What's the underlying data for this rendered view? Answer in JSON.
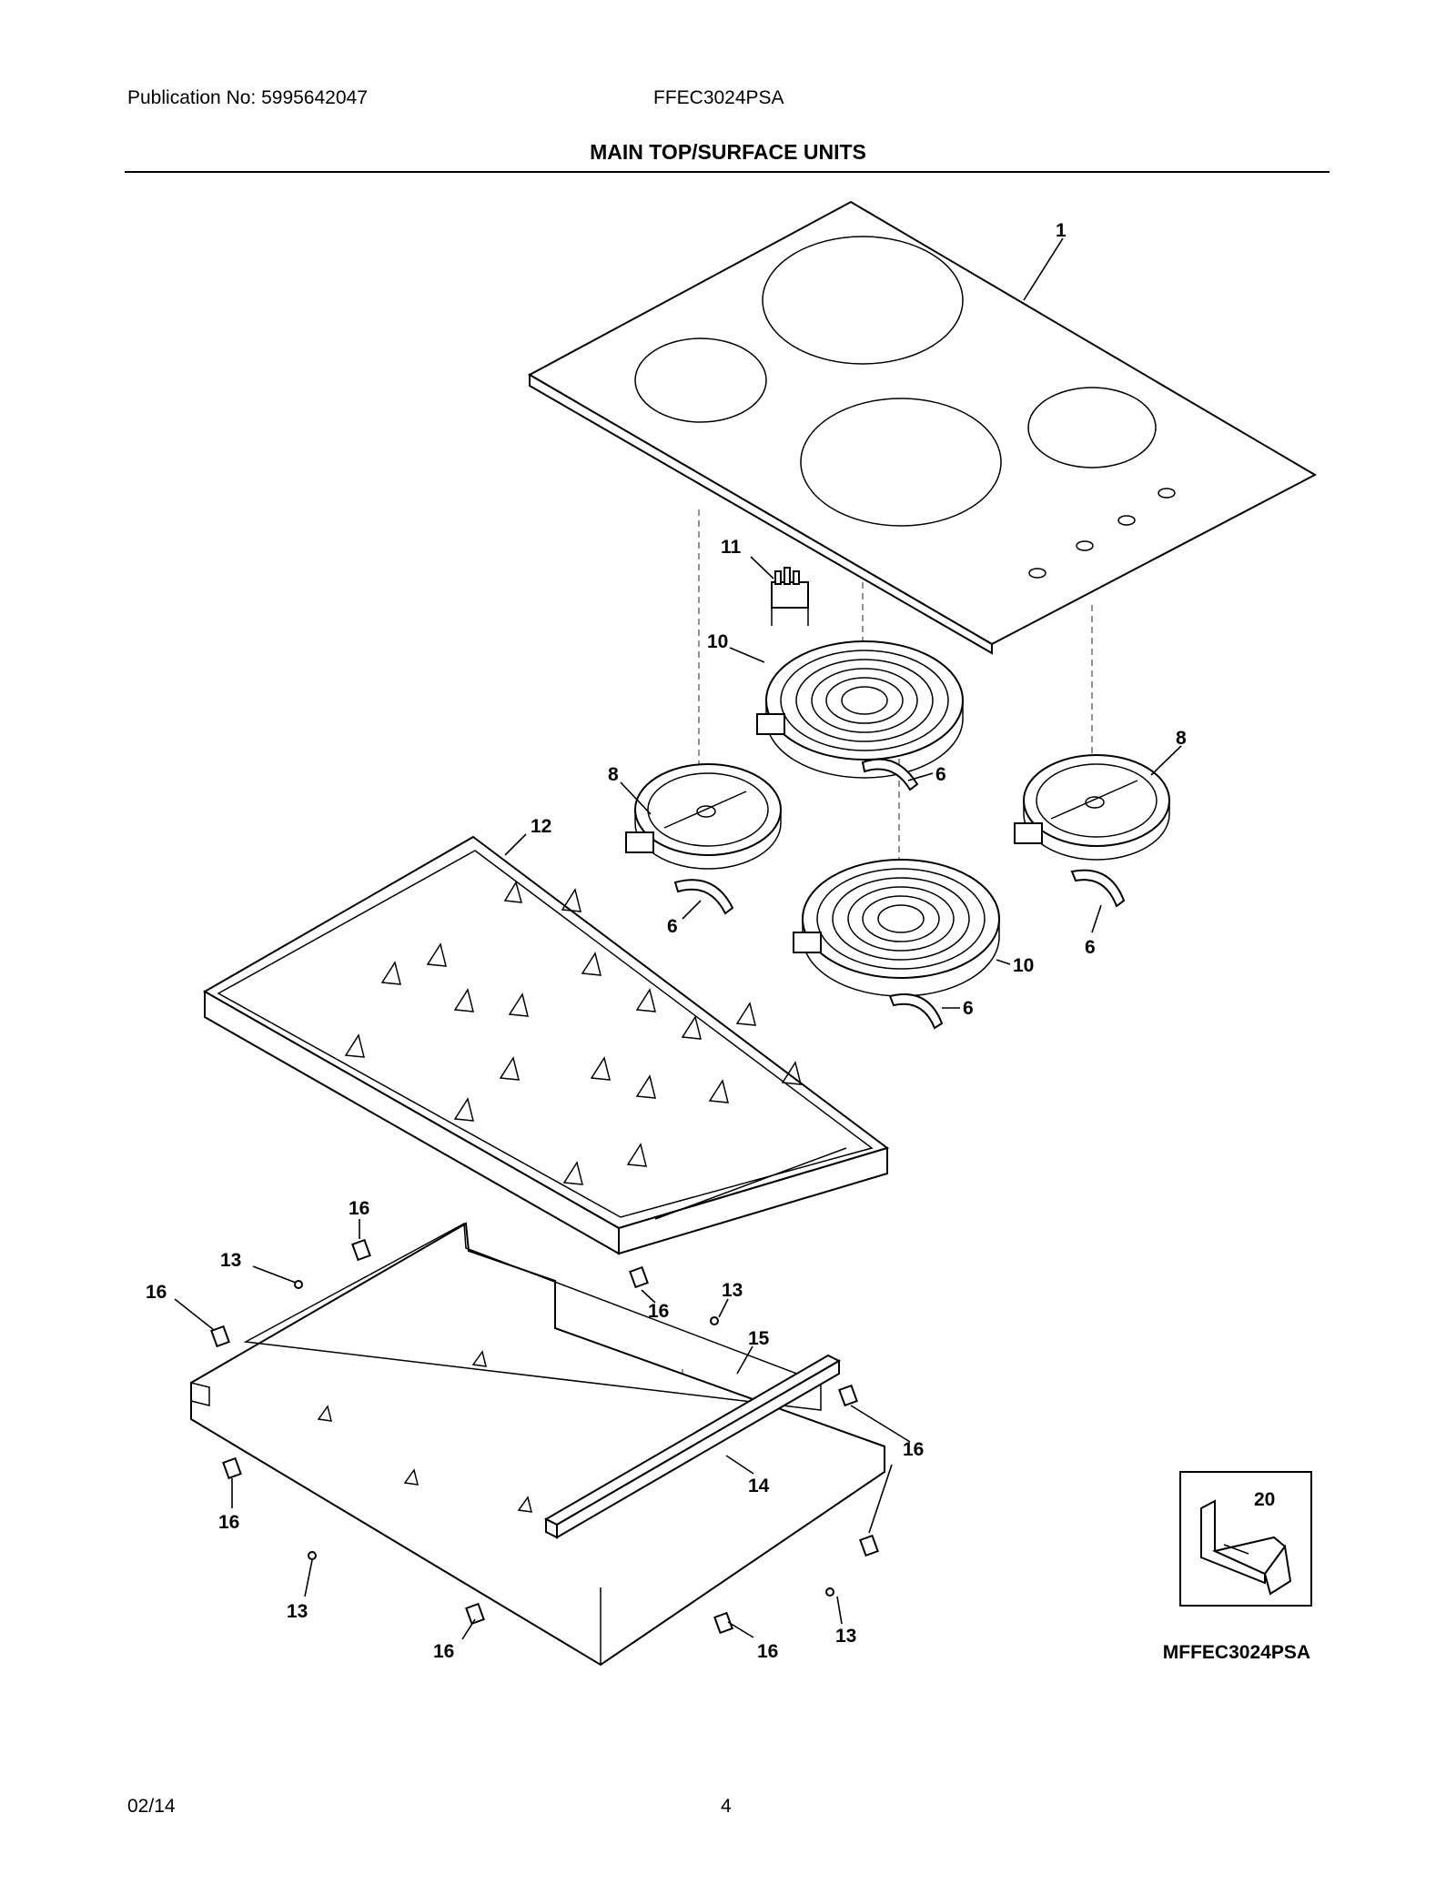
{
  "header": {
    "publication": "Publication No: 5995642047",
    "model": "FFEC3024PSA",
    "title": "MAIN TOP/SURFACE UNITS"
  },
  "callouts": {
    "c1": "1",
    "c6a": "6",
    "c6b": "6",
    "c6c": "6",
    "c6d": "6",
    "c8a": "8",
    "c8b": "8",
    "c10a": "10",
    "c10b": "10",
    "c11": "11",
    "c12": "12",
    "c13a": "13",
    "c13b": "13",
    "c13c": "13",
    "c13d": "13",
    "c14": "14",
    "c15": "15",
    "c16a": "16",
    "c16b": "16",
    "c16c": "16",
    "c16d": "16",
    "c16e": "16",
    "c16f": "16",
    "c16g": "16",
    "c20": "20"
  },
  "diagram_code": "MFFEC3024PSA",
  "footer": {
    "date": "02/14",
    "page": "4"
  }
}
